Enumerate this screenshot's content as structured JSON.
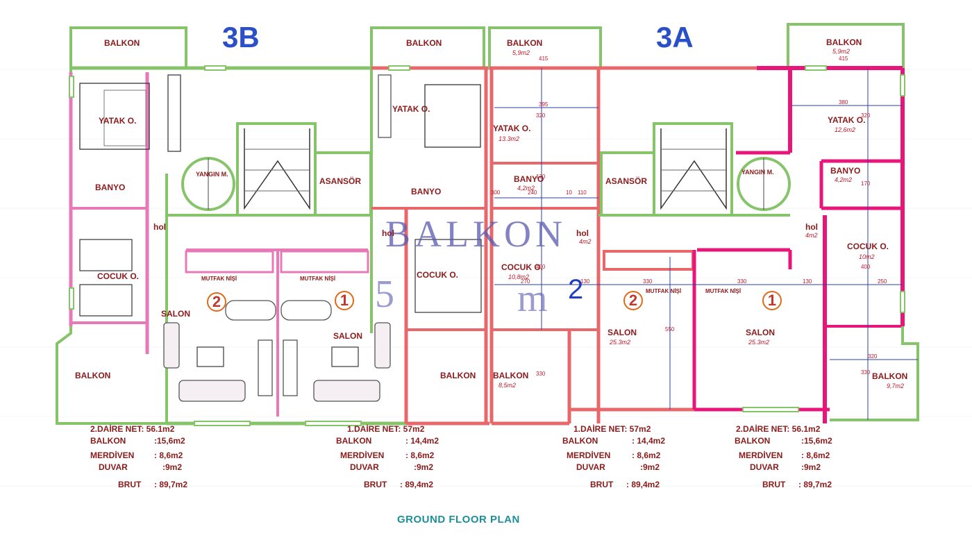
{
  "blocks": {
    "left": "3B",
    "right": "3A"
  },
  "rooms": {
    "balkon_tl": "BALKON",
    "balkon_tm": "BALKON",
    "balkon_t3a1": "BALKON",
    "balkon_t3a1_area": "5,9m2",
    "balkon_t3a2": "BALKON",
    "balkon_t3a2_area": "5,9m2",
    "yatak_l": "YATAK O.",
    "yatak_m": "YATAK O.",
    "yatak_r1": "YATAK O.",
    "yatak_r1_area": "13.3m2",
    "yatak_r2": "YATAK O.",
    "yatak_r2_area": "12,6m2",
    "yangin_l": "YANGIN M.",
    "yangin_r": "YANGIN M.",
    "asansor_l": "ASANSÖR",
    "asansor_r": "ASANSÖR",
    "banyo_l": "BANYO",
    "banyo_m": "BANYO",
    "banyo_r1": "BANYO",
    "banyo_r1_area": "4,2m2",
    "banyo_r2": "BANYO",
    "banyo_r2_area": "4,2m2",
    "hol_l": "hol",
    "hol_m": "hol",
    "hol_r1": "hol",
    "hol_r1_area": "4m2",
    "hol_r2": "hol",
    "hol_r2_area": "4m2",
    "cocuk_l": "COCUK O.",
    "cocuk_m": "COCUK O.",
    "cocuk_r1": "COCUK O.",
    "cocuk_r1_area": "10,8m2",
    "cocuk_r2": "COCUK O.",
    "cocuk_r2_area": "10m2",
    "mutfak_1": "MUTFAK NİŞİ",
    "mutfak_2": "MUTFAK NİŞİ",
    "mutfak_3": "MUTFAK NİŞİ",
    "mutfak_4": "MUTFAK NİŞİ",
    "salon_l": "SALON",
    "salon_m": "SALON",
    "salon_r1": "SALON",
    "salon_r1_area": "25.3m2",
    "salon_r2": "SALON",
    "salon_r2_area": "25.3m2",
    "balkon_bl": "BALKON",
    "balkon_bm": "BALKON",
    "balkon_br1": "BALKON",
    "balkon_br1_area": "8,5m2",
    "balkon_br2": "BALKON",
    "balkon_br2_area": "9,7m2"
  },
  "unit_numbers": {
    "u1": "2",
    "u2": "1",
    "u3": "2",
    "u4": "1"
  },
  "watermark": {
    "line1": "BALKON",
    "line2": "5",
    "line3": "m",
    "line4": "2"
  },
  "dimensions": {
    "d415a": "415",
    "d415b": "415",
    "d395": "395",
    "d380": "380",
    "d320a": "320",
    "d320b": "320",
    "d110": "110",
    "d170a": "170",
    "d170b": "170",
    "d300": "300",
    "d240": "240",
    "d10": "10",
    "d400a": "400",
    "d400b": "400",
    "d270": "270",
    "d130a": "130",
    "d330a": "330",
    "d330b": "330",
    "d130b": "130",
    "d250": "250",
    "d550": "550",
    "d330c": "330",
    "d320c": "320",
    "d330d": "330"
  },
  "summaries": [
    {
      "net": "2.DAİRE NET: 56.1m2",
      "balkon_k": "BALKON",
      "balkon_v": ":15,6m2",
      "merdiven_k": "MERDİVEN",
      "merdiven_v": ": 8,6m2",
      "duvar_k": "DUVAR",
      "duvar_v": ":9m2",
      "brut_k": "BRUT",
      "brut_v": ": 89,7m2"
    },
    {
      "net": "1.DAİRE NET: 57m2",
      "balkon_k": "BALKON",
      "balkon_v": ": 14,4m2",
      "merdiven_k": "MERDİVEN",
      "merdiven_v": ": 8,6m2",
      "duvar_k": "DUVAR",
      "duvar_v": ":9m2",
      "brut_k": "BRUT",
      "brut_v": ": 89,4m2"
    },
    {
      "net": "1.DAİRE NET: 57m2",
      "balkon_k": "BALKON",
      "balkon_v": ": 14,4m2",
      "merdiven_k": "MERDİVEN",
      "merdiven_v": ": 8,6m2",
      "duvar_k": "DUVAR",
      "duvar_v": ":9m2",
      "brut_k": "BRUT",
      "brut_v": ": 89,4m2"
    },
    {
      "net": "2.DAİRE NET: 56.1m2",
      "balkon_k": "BALKON",
      "balkon_v": ":15,6m2",
      "merdiven_k": "MERDİVEN",
      "merdiven_v": ": 8,6m2",
      "duvar_k": "DUVAR",
      "duvar_v": ":9m2",
      "brut_k": "BRUT",
      "brut_v": ": 89,7m2"
    }
  ],
  "footer": "GROUND FLOOR PLAN",
  "colors": {
    "green": "#86c46a",
    "pink": "#e879b9",
    "magenta": "#e8157a",
    "red": "#e8676a",
    "blue_text": "#2a4fc6"
  }
}
